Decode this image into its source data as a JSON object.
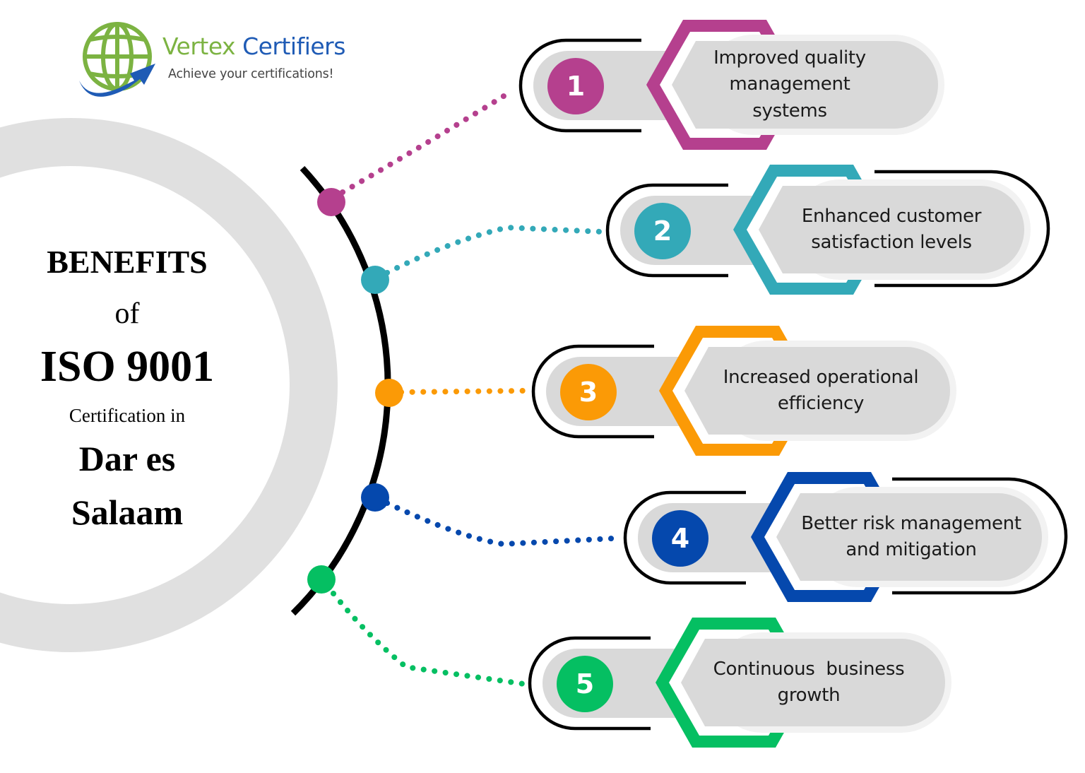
{
  "logo": {
    "brand_part1": "Vertex",
    "brand_part2": "Certifiers",
    "tagline": "Achieve your certifications!",
    "icon": "globe-arrow-icon",
    "colors": {
      "green": "#7cb342",
      "blue": "#1f5bb5"
    }
  },
  "title": {
    "line1": "BENEFITS",
    "line2": "of",
    "line3": "ISO 9001",
    "line4": "Certification in",
    "line5": "Dar es",
    "line6": "Salaam"
  },
  "benefits": [
    {
      "number": "1",
      "lines": [
        "Improved quality",
        "management",
        "systems"
      ],
      "color": "#b5408e"
    },
    {
      "number": "2",
      "lines": [
        "Enhanced customer",
        "satisfaction levels"
      ],
      "color": "#33a9b8"
    },
    {
      "number": "3",
      "lines": [
        "Increased operational",
        "efficiency"
      ],
      "color": "#fb9a06"
    },
    {
      "number": "4",
      "lines": [
        "Better risk management",
        "and mitigation"
      ],
      "color": "#0548ad"
    },
    {
      "number": "5",
      "lines": [
        "Continuous  business",
        "growth"
      ],
      "color": "#05bf62"
    }
  ],
  "theme": {
    "ring": "#e0e0e0",
    "pill": "#d9d9d9",
    "pill_halo": "#f2f2f2",
    "outline": "#000000"
  }
}
